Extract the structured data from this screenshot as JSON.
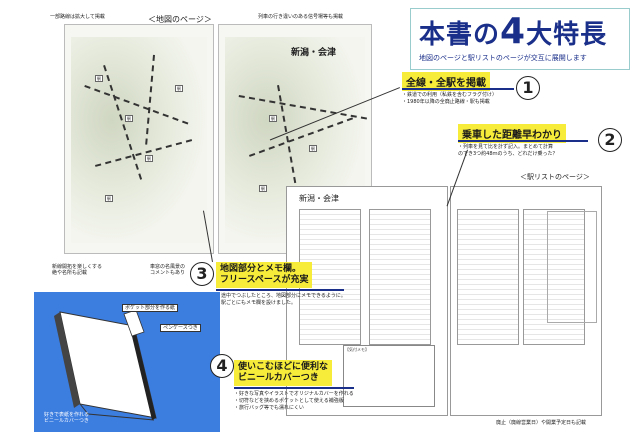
{
  "header": {
    "title_prefix": "本書の",
    "title_number": "4",
    "title_suffix": "大特長",
    "subtitle": "地図のページと駅リストのページが交互に展開します"
  },
  "map_section": {
    "heading": "＜地図のページ＞",
    "region_label": "新潟・会津",
    "annotations": {
      "top_left": "一部路線は拡大して掲載",
      "top_right": "列車の行き違いのある信号場等も掲載",
      "bottom_left": "新線開拓を楽しくする\n絶や名所も記載",
      "bottom_right": "車窓の名風景の\nコメントもあり"
    }
  },
  "list_section": {
    "heading": "＜駅リストのページ＞",
    "region_label": "新潟・会津",
    "memo_label": "【気付メモ】",
    "footnote": "廃止（廃線営業日）や開業予定日も記載"
  },
  "features": [
    {
      "number": "1",
      "title": "全線・全駅を掲載",
      "lines": [
        "・鉄道での利用（私鉄を含むフラグ付け）",
        "・1980年以降の全廃止路線・駅も掲載"
      ]
    },
    {
      "number": "2",
      "title": "乗車した距離早わかり",
      "lines": [
        "・列車を見て比を計ず記入。まとめて計算",
        "のでき3つ約48ｍのうち、どれだけ乗った？"
      ]
    },
    {
      "number": "3",
      "title_line1": "地図部分とメモ欄。",
      "title_line2": "フリースペースが充実",
      "lines": [
        "・途中でつぶしたところ、地図部分にメモできるように。",
        "　駅ごとにもメモ欄を設けました。"
      ]
    },
    {
      "number": "4",
      "title_line1": "使いこむほどに便利な",
      "title_line2": "ビニールカバーつき",
      "lines": [
        "・好きな写真やイラストでオリジナルカバーを作れる",
        "・切符などを挟めるポケットとして使える補強版",
        "・旅行バッグ等でも濡れにくい"
      ]
    }
  ],
  "cover": {
    "tag_pocket": "ポケット部分を作る紙",
    "tag_pen": "ペンケースつき",
    "tag_bottom": "好きで表紙を作れる\nビニールカバーつき"
  },
  "colors": {
    "accent_blue": "#1a2f8a",
    "banner_yellow": "#f7ec3a",
    "cover_blue": "#3c7de0"
  }
}
